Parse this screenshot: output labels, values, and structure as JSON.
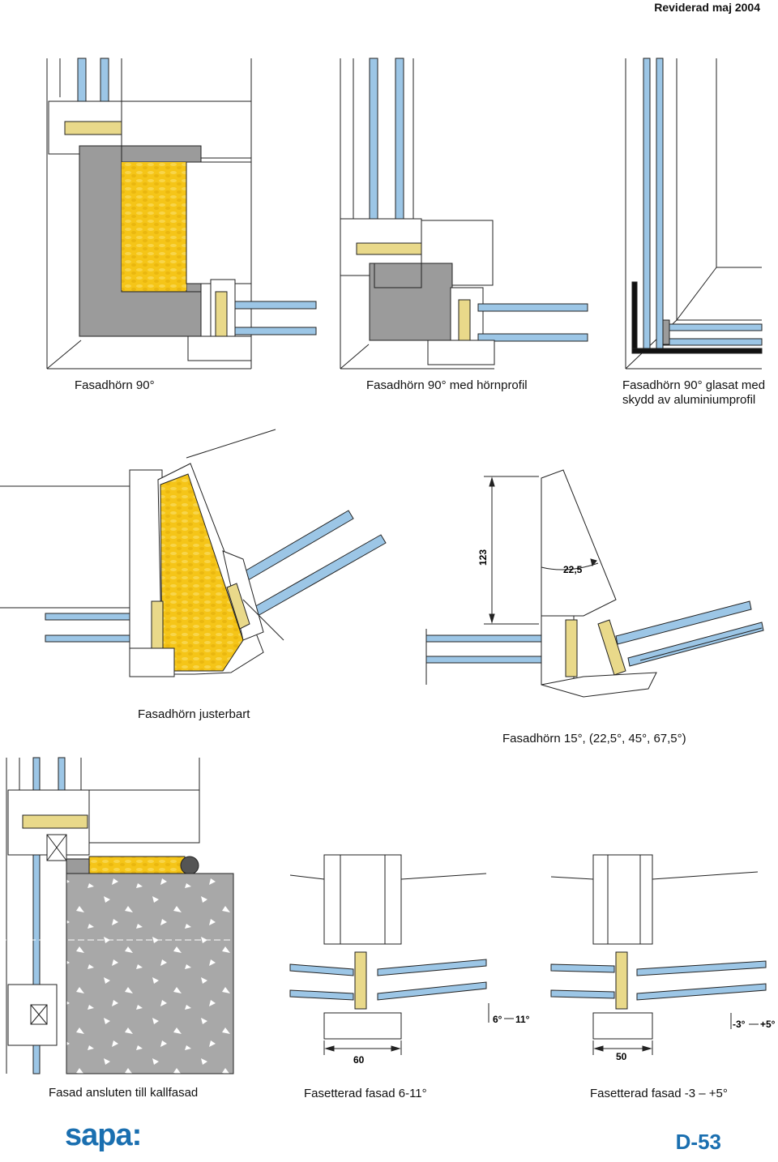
{
  "header": {
    "revision": "Reviderad maj 2004"
  },
  "captions": {
    "corner90": "Fasadhörn 90°",
    "corner90_profile": "Fasadhörn 90° med hörnprofil",
    "corner90_glazed_l1": "Fasadhörn 90° glasat med",
    "corner90_glazed_l2": "skydd av aluminiumprofil",
    "corner_adjustable": "Fasadhörn justerbart",
    "corner15": "Fasadhörn 15°, (22,5°, 45°, 67,5°)",
    "wall_connection": "Fasad ansluten till kallfasad",
    "faceted_6_11": "Fasetterad fasad 6-11°",
    "faceted_m3_p5": "Fasetterad fasad -3  –  +5°"
  },
  "dimensions": {
    "d123": "123",
    "d22_5": "22,5",
    "d60": "60",
    "d50": "50",
    "angle_a1": "6°",
    "angle_a2": "11°",
    "angle_b1": "-3°",
    "angle_b2": "+5°"
  },
  "footer": {
    "logo": "sapa:",
    "page": "D-53"
  },
  "colors": {
    "glass": "#9cc6e6",
    "insulation": "#f5c518",
    "concrete": "#a9a9a9",
    "steel": "#9b9b9b",
    "brand": "#1a6fb0"
  }
}
